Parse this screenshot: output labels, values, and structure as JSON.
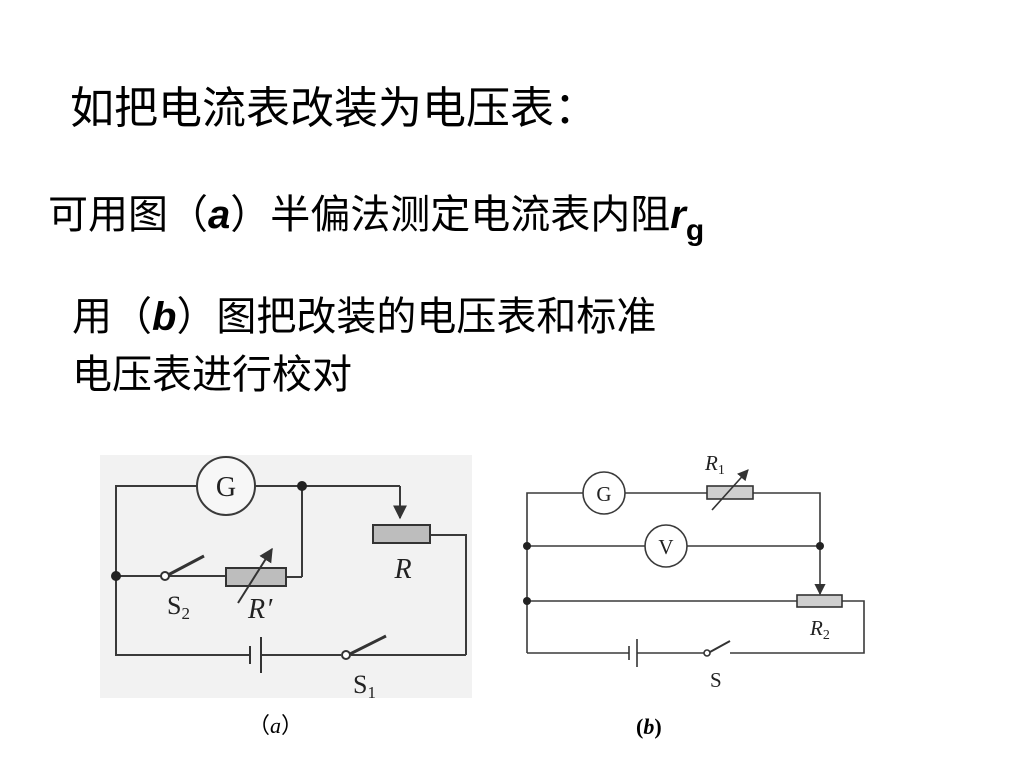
{
  "title": "如把电流表改装为电压表：",
  "line1": {
    "pre": "可用图（",
    "letter": "a",
    "mid": "）半偏法测定电流表内阻",
    "var": "r",
    "sub": "g"
  },
  "line2": {
    "pre": "用（",
    "letter": "b",
    "post": "）图把改装的电压表和标准"
  },
  "line3": "电压表进行校对",
  "circuit_a": {
    "galvanometer": "G",
    "rheostat": "R",
    "switch2_a": "S",
    "switch2_b": "2",
    "resistor_a": "R",
    "resistor_b": "′",
    "switch1_a": "S",
    "switch1_b": "1",
    "caption_pre": "（",
    "caption_letter": "a",
    "caption_post": "）"
  },
  "circuit_b": {
    "r1_a": "R",
    "r1_b": "1",
    "galvanometer": "G",
    "voltmeter": "V",
    "r2_a": "R",
    "r2_b": "2",
    "switch": "S",
    "caption_pre": "(",
    "caption_letter": "b",
    "caption_post": ")"
  }
}
